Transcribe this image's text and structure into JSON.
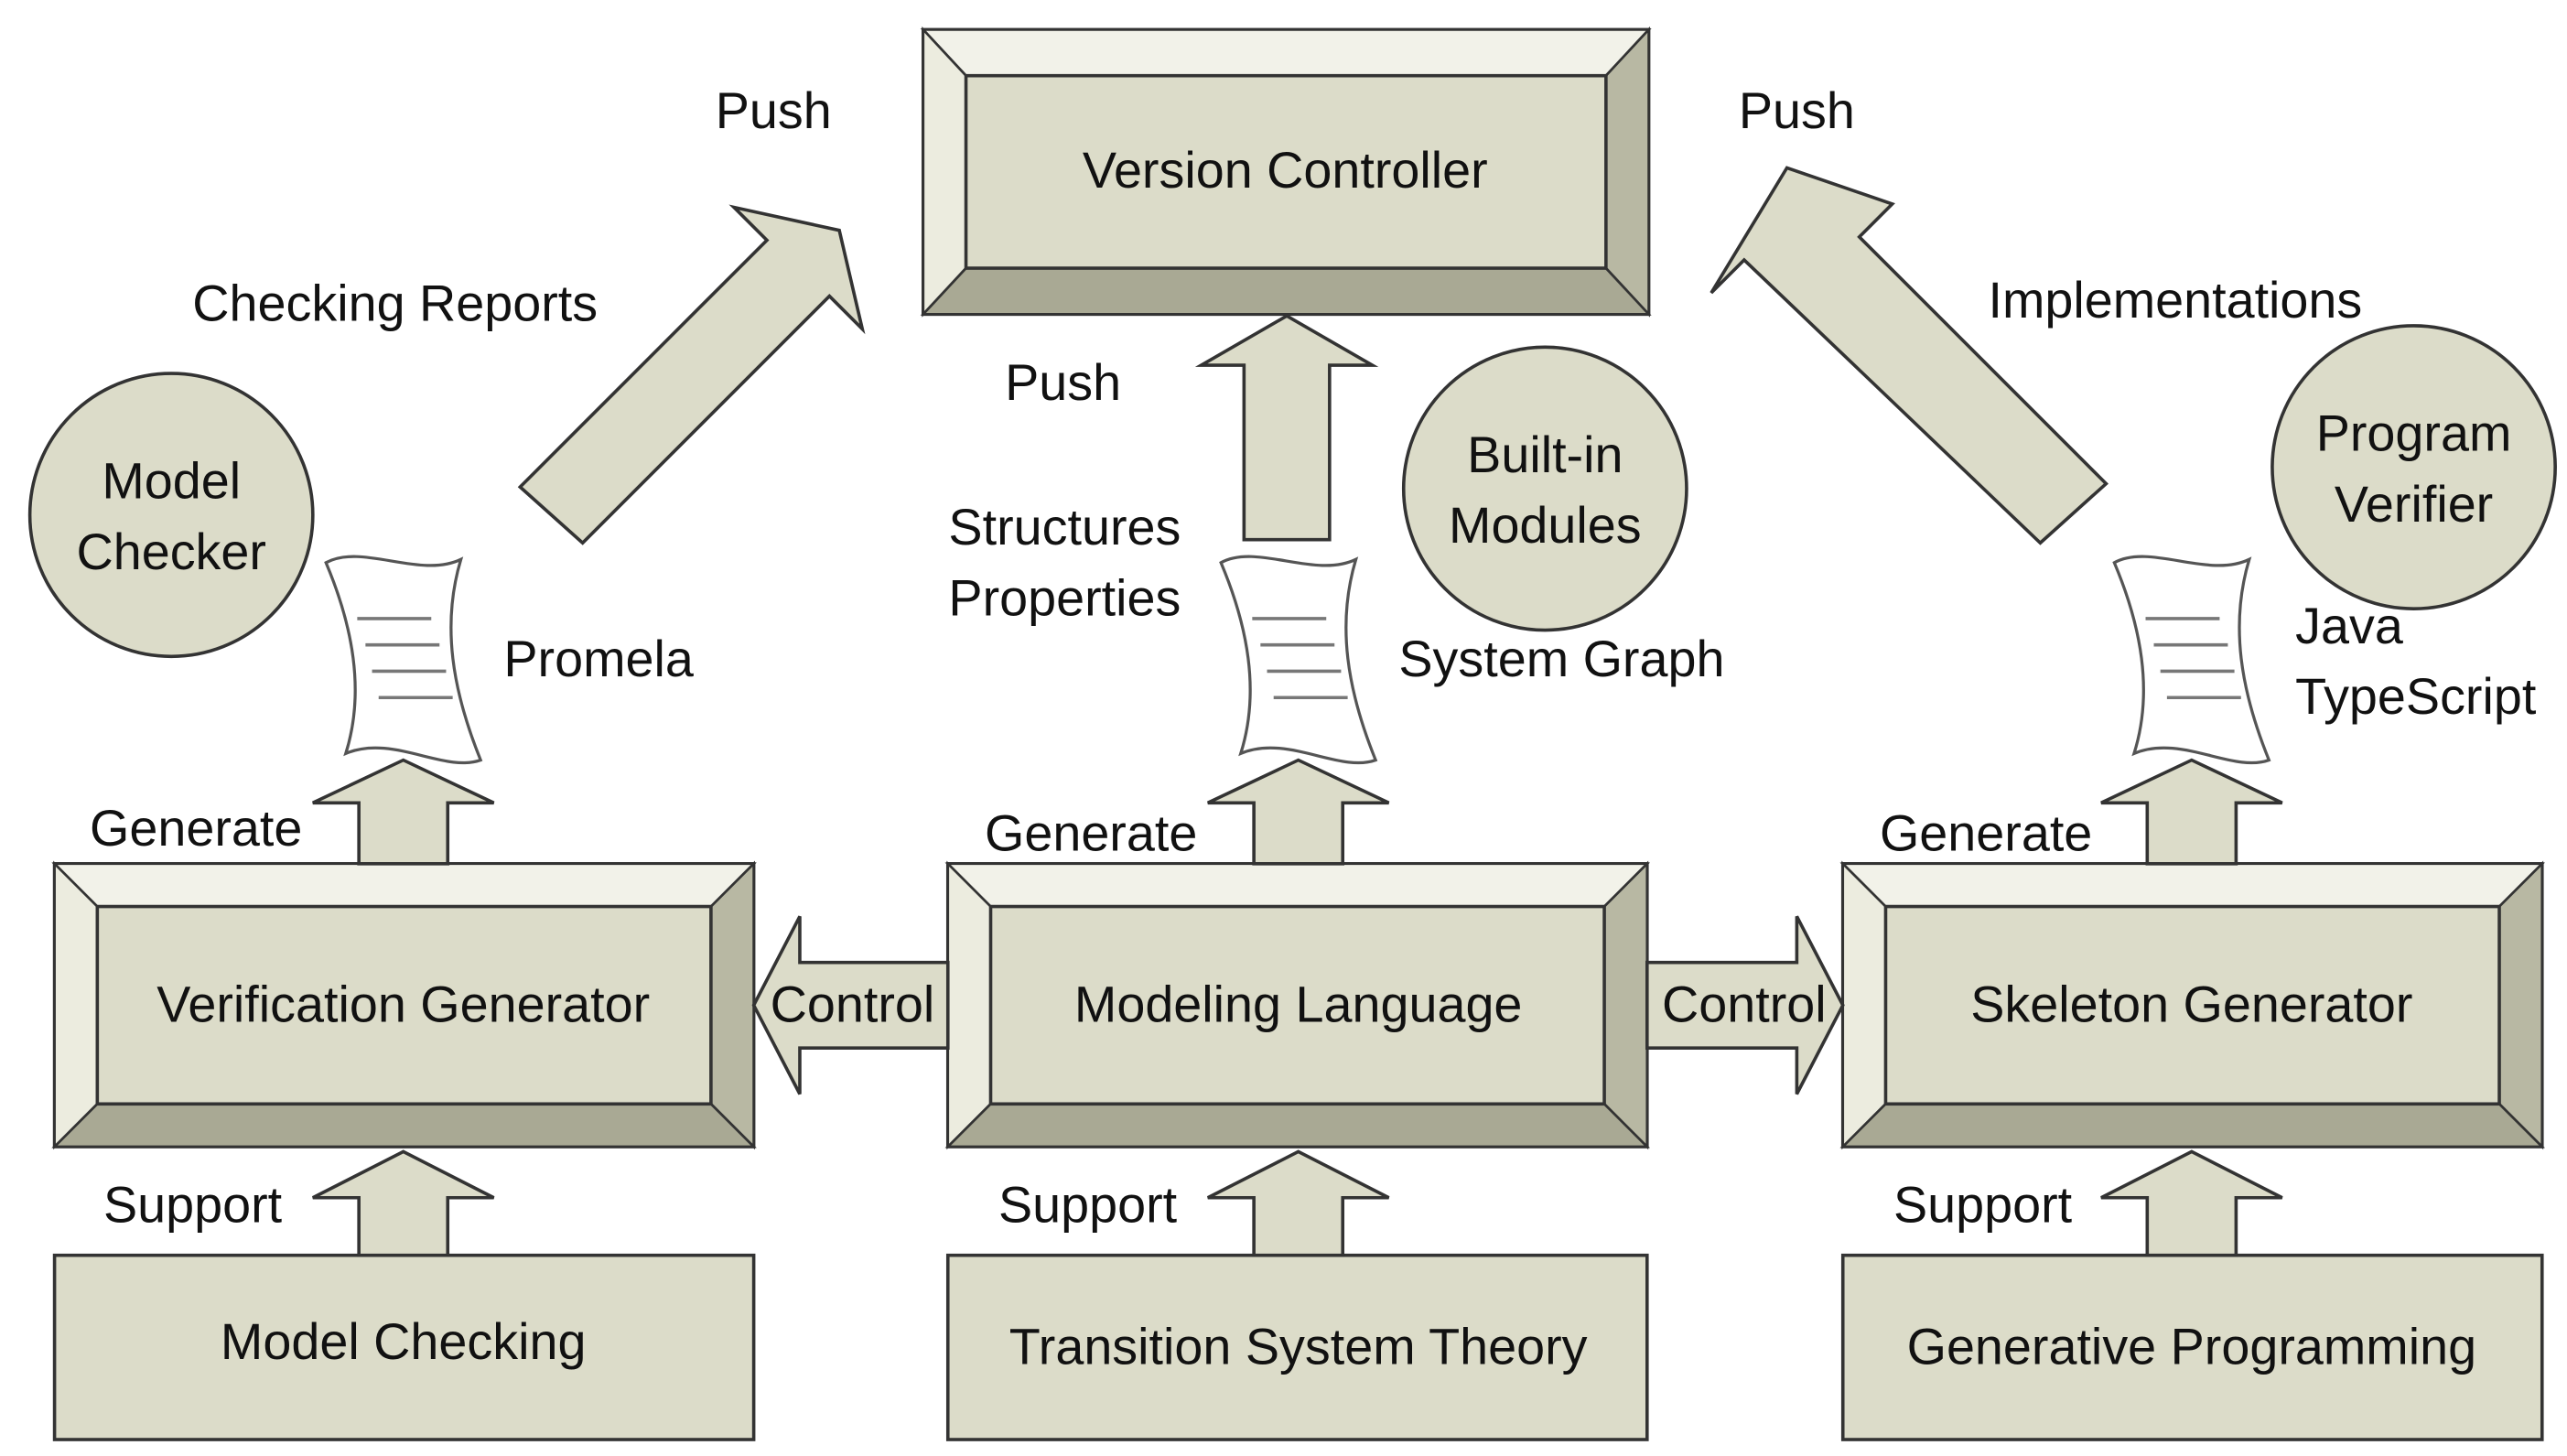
{
  "colors": {
    "fill": "#dcdcc9",
    "bevel_light": "#f2f2e9",
    "bevel_dark": "#a9a994",
    "stroke": "#333333",
    "doc_fill": "#ffffff"
  },
  "boxes": {
    "version_controller": "Version Controller",
    "verification_generator": "Verification Generator",
    "modeling_language": "Modeling Language",
    "skeleton_generator": "Skeleton Generator",
    "model_checking": "Model Checking",
    "transition_system_theory": "Transition System Theory",
    "generative_programming": "Generative Programming"
  },
  "circles": {
    "model_checker": [
      "Model",
      "Checker"
    ],
    "built_in_modules": [
      "Built-in",
      "Modules"
    ],
    "program_verifier": [
      "Program",
      "Verifier"
    ]
  },
  "labels": {
    "push_left": "Push",
    "push_center": "Push",
    "push_right": "Push",
    "checking_reports": "Checking Reports",
    "implementations": "Implementations",
    "structures": "Structures",
    "properties": "Properties",
    "promela": "Promela",
    "system_graph": "System Graph",
    "java": "Java",
    "typescript": "TypeScript",
    "generate_left": "Generate",
    "generate_center": "Generate",
    "generate_right": "Generate",
    "control_left": "Control",
    "control_right": "Control",
    "support_left": "Support",
    "support_center": "Support",
    "support_right": "Support"
  }
}
